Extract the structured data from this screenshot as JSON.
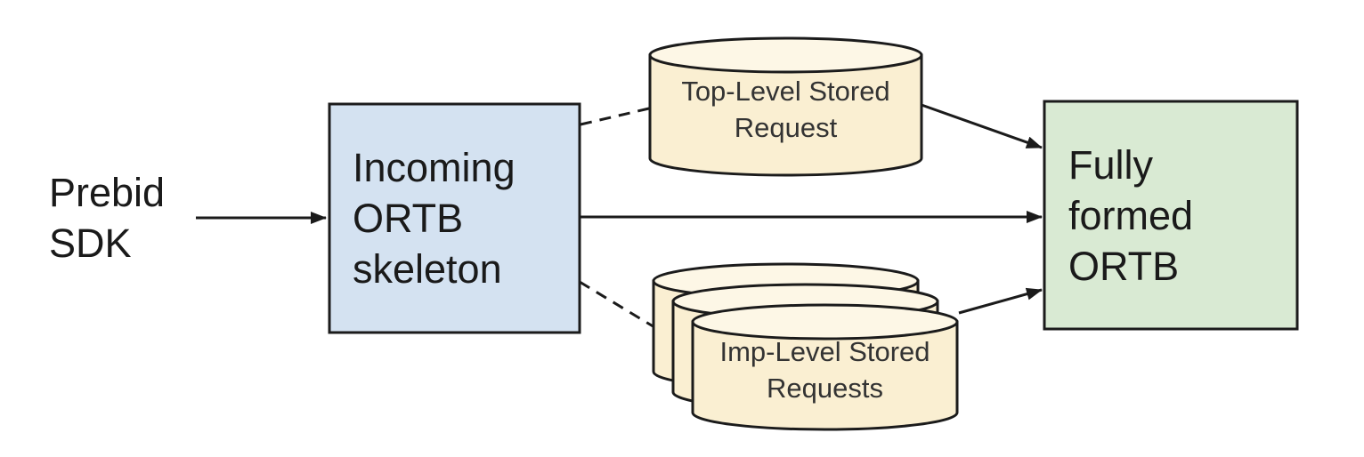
{
  "colors": {
    "background": "#ffffff",
    "box_incoming_fill": "#d4e2f1",
    "box_fully_formed_fill": "#d9ead3",
    "cylinder_body_fill": "#faefd2",
    "cylinder_top_fill": "#fdf7e6",
    "outline": "#1b1b1b"
  },
  "nodes": {
    "prebid_sdk": {
      "label": "Prebid\nSDK"
    },
    "incoming_ortb": {
      "label": "Incoming\nORTB\nskeleton"
    },
    "top_level_stored_request": {
      "label": "Top-Level Stored\nRequest"
    },
    "imp_level_stored_requests": {
      "label": "Imp-Level Stored\nRequests"
    },
    "fully_formed_ortb": {
      "label": "Fully\nformed\nORTB"
    }
  }
}
